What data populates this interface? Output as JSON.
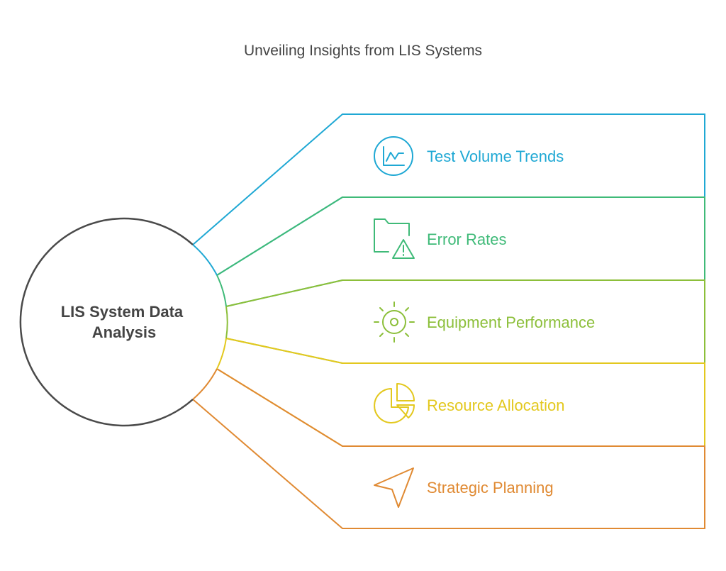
{
  "title": "Unveiling Insights from LIS Systems",
  "hub": {
    "lines": [
      "LIS System Data",
      "Analysis"
    ],
    "stroke": "#4a4a4a"
  },
  "items": [
    {
      "label": "Test Volume Trends",
      "icon": "line-chart-icon",
      "color": "#1fa8d4"
    },
    {
      "label": "Error Rates",
      "icon": "folder-warning-icon",
      "color": "#3fba78"
    },
    {
      "label": "Equipment Performance",
      "icon": "sun-gear-icon",
      "color": "#8cbf3a"
    },
    {
      "label": "Resource Allocation",
      "icon": "pie-chart-icon",
      "color": "#e3c81e"
    },
    {
      "label": "Strategic Planning",
      "icon": "navigation-arrow-icon",
      "color": "#e08a33"
    }
  ]
}
